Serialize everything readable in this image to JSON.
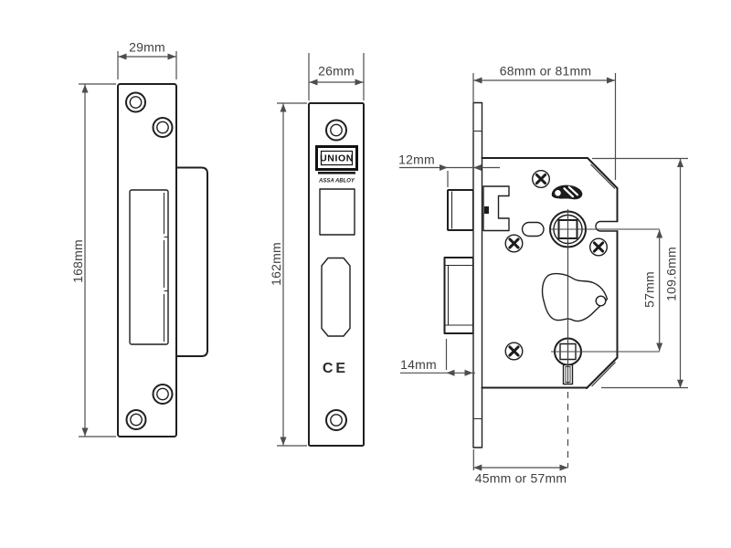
{
  "diagram": {
    "strike_plate": {
      "width": "29mm",
      "height": "168mm"
    },
    "faceplate": {
      "width": "26mm",
      "height": "162mm",
      "brand": "UNION",
      "brand_sub": "ASSA ABLOY",
      "ce_mark": "CE"
    },
    "lock_body": {
      "case_depth": "68mm or 81mm",
      "latch_projection": "12mm",
      "deadbolt_throw": "14mm",
      "backset": "45mm or 57mm",
      "centres": "57mm",
      "case_height": "109.6mm"
    }
  },
  "colors": {
    "background": "#ffffff",
    "outline": "#1f1f1f",
    "dimension": "#4d4d4d",
    "text": "#3f3f3f"
  }
}
